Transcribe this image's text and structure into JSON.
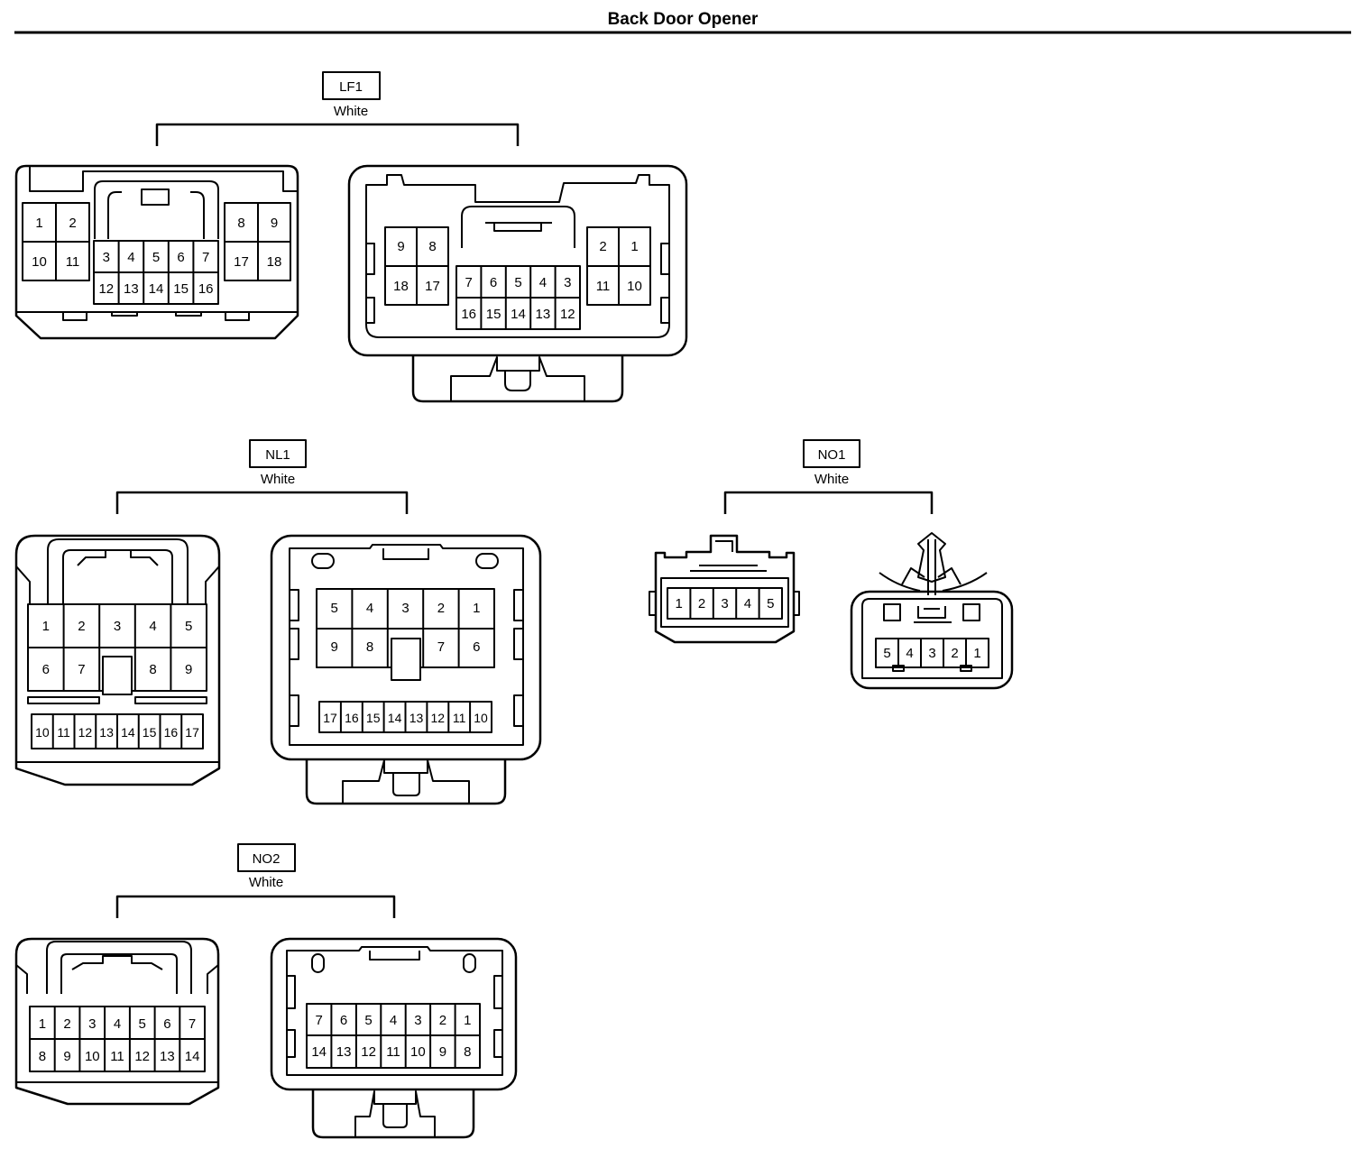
{
  "title": "Back Door Opener",
  "connectors": {
    "lf1": {
      "code": "LF1",
      "color": "White",
      "left": {
        "a": [
          "1",
          "2",
          "10",
          "11"
        ],
        "b": [
          "8",
          "9",
          "17",
          "18"
        ],
        "c": [
          "3",
          "4",
          "5",
          "6",
          "7"
        ],
        "d": [
          "12",
          "13",
          "14",
          "15",
          "16"
        ]
      },
      "right": {
        "a": [
          "9",
          "8",
          "18",
          "17"
        ],
        "b": [
          "2",
          "1",
          "11",
          "10"
        ],
        "c": [
          "7",
          "6",
          "5",
          "4",
          "3"
        ],
        "d": [
          "16",
          "15",
          "14",
          "13",
          "12"
        ]
      }
    },
    "nl1": {
      "code": "NL1",
      "color": "White",
      "left": {
        "r1": [
          "1",
          "2",
          "3",
          "4",
          "5"
        ],
        "r2": [
          "6",
          "7",
          "8",
          "9"
        ],
        "r3": [
          "10",
          "11",
          "12",
          "13",
          "14",
          "15",
          "16",
          "17"
        ]
      },
      "right": {
        "r1": [
          "5",
          "4",
          "3",
          "2",
          "1"
        ],
        "r2": [
          "9",
          "8",
          "7",
          "6"
        ],
        "r3": [
          "17",
          "16",
          "15",
          "14",
          "13",
          "12",
          "11",
          "10"
        ]
      }
    },
    "no1": {
      "code": "NO1",
      "color": "White",
      "left": {
        "r1": [
          "1",
          "2",
          "3",
          "4",
          "5"
        ]
      },
      "right": {
        "r1": [
          "5",
          "4",
          "3",
          "2",
          "1"
        ]
      }
    },
    "no2": {
      "code": "NO2",
      "color": "White",
      "left": {
        "r1": [
          "1",
          "2",
          "3",
          "4",
          "5",
          "6",
          "7"
        ],
        "r2": [
          "8",
          "9",
          "10",
          "11",
          "12",
          "13",
          "14"
        ]
      },
      "right": {
        "r1": [
          "7",
          "6",
          "5",
          "4",
          "3",
          "2",
          "1"
        ],
        "r2": [
          "14",
          "13",
          "12",
          "11",
          "10",
          "9",
          "8"
        ]
      }
    }
  }
}
